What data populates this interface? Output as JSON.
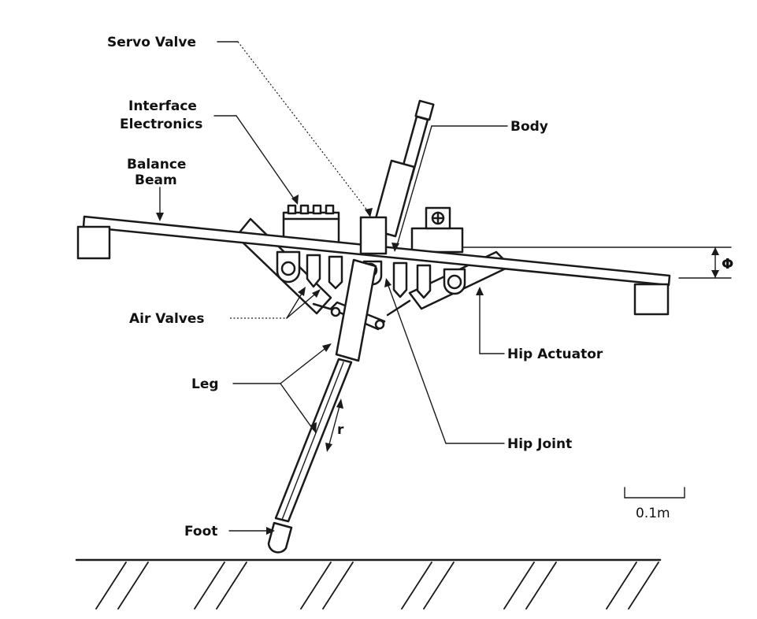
{
  "labels": {
    "servo_valve": "Servo Valve",
    "interface_line1": "Interface",
    "interface_line2": "Electronics",
    "body": "Body",
    "balance_line1": "Balance",
    "balance_line2": "Beam",
    "phi": "Φ",
    "air_valves": "Air Valves",
    "hip_actuator": "Hip Actuator",
    "leg": "Leg",
    "r": "r",
    "hip_joint": "Hip Joint",
    "scale": "0.1m",
    "foot": "Foot"
  },
  "colors": {
    "ink": "#1a1a1a",
    "background": "#ffffff"
  }
}
